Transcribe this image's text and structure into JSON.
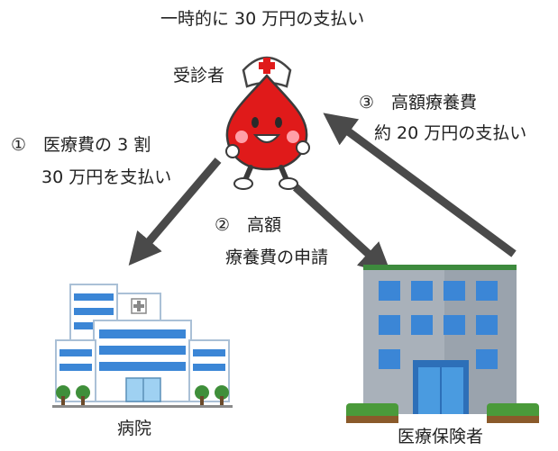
{
  "top_note": "一時的に 30 万円の支払い",
  "patient_label": "受診者",
  "hospital_label": "病院",
  "insurer_label": "医療保険者",
  "step1": {
    "line1": "①　医療費の 3 割",
    "line2": "30 万円を支払い"
  },
  "step2": {
    "line1": "②　高額",
    "line2": "療養費の申請"
  },
  "step3": {
    "line1": "③　高額療養費",
    "line2": "約 20 万円の支払い"
  },
  "colors": {
    "arrow": "#4a4a4a",
    "mascot": "#e01a1a",
    "building": "#3b86d6",
    "insurer_wall": "#9aa3ad"
  }
}
